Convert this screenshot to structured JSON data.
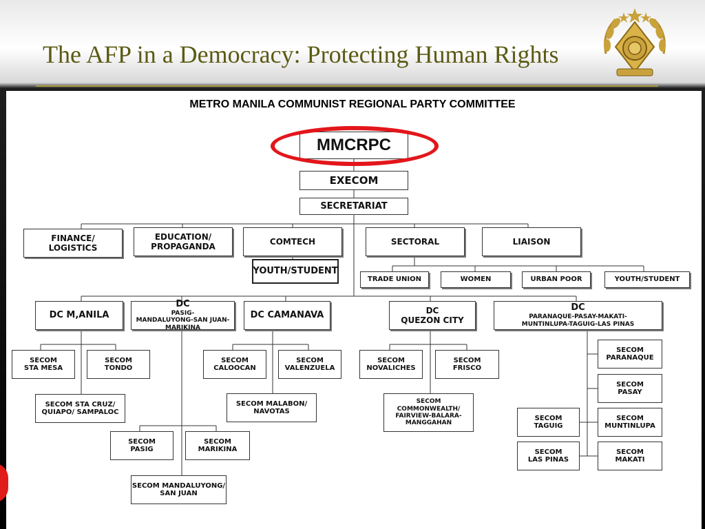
{
  "header": {
    "title": "The AFP in a Democracy: Protecting Human Rights"
  },
  "colors": {
    "title": "#5b5a14",
    "highlight_ring": "#e3161b",
    "accent_red": "#e11a1a",
    "emblem_gold": "#c8a23a"
  },
  "emblem": {
    "icon": "afp-seal-emblem-icon"
  },
  "chart": {
    "title": "METRO MANILA COMMUNIST REGIONAL PARTY COMMITTEE",
    "top": {
      "mmcrpc": "MMCRPC",
      "execom": "EXECOM",
      "secretariat": "SECRETARIAT"
    },
    "departments": {
      "finance": "FINANCE/\nLOGISTICS",
      "education": "EDUCATION/\nPROPAGANDA",
      "comtech": "COMTECH",
      "sectoral": "SECTORAL",
      "liaison": "LIAISON",
      "youth_student_comtech": "YOUTH/STUDENT"
    },
    "sectors": {
      "trade_union": "TRADE UNION",
      "women": "WOMEN",
      "urban_poor": "URBAN POOR",
      "youth_student": "YOUTH/STUDENT"
    },
    "district_committees": {
      "manila": "DC M,ANILA",
      "pasig_label": "DC",
      "pasig_sub": "PASIG-\nMANDALUYONG-SAN JUAN-\nMARIKINA",
      "camanava": "DC CAMANAVA",
      "quezon_city": "DC\nQUEZON CITY",
      "paranaque_label": "DC",
      "paranaque_sub": "PARANAQUE-PASAY-MAKATI-\nMUNTINLUPA-TAGUIG-LAS PINAS"
    },
    "section_committees": {
      "sta_mesa": "SECOM\nSTA MESA",
      "tondo": "SECOM\nTONDO",
      "sta_cruz": "SECOM STA CRUZ/\nQUIAPO/ SAMPALOC",
      "pasig": "SECOM\nPASIG",
      "marikina": "SECOM\nMARIKINA",
      "mandaluyong": "SECOM MANDALUYONG/\nSAN JUAN",
      "caloocan": "SECOM\nCALOOCAN",
      "valenzuela": "SECOM\nVALENZUELA",
      "malabon": "SECOM MALABON/\nNAVOTAS",
      "novaliches": "SECOM\nNOVALICHES",
      "frisco": "SECOM\nFRISCO",
      "commonwealth": "SECOM\nCOMMONWEALTH/\nFAIRVIEW-BALARA-\nMANGGAHAN",
      "paranaque": "SECOM\nPARANAQUE",
      "pasay": "SECOM\nPASAY",
      "muntinlupa": "SECOM\nMUNTINLUPA",
      "makati": "SECOM\nMAKATI",
      "taguig": "SECOM\nTAGUIG",
      "las_pinas": "SECOM\nLAS PINAS"
    }
  }
}
